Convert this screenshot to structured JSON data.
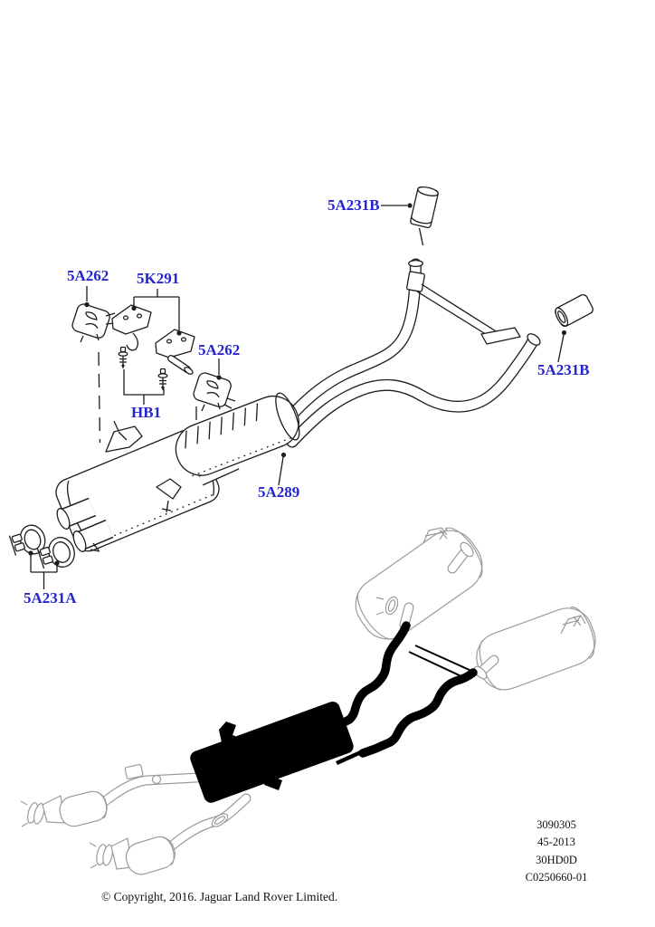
{
  "colors": {
    "label_blue": "#2525cd",
    "line_ink": "#1c1c1c",
    "sketch_gray": "#9b9b9b"
  },
  "part_labels": {
    "insulator_top": "5A231B",
    "isolator_left": "5A262",
    "bracket_kit": "5K291",
    "isolator_right": "5A262",
    "hardware_group": "HB1",
    "centre_muffler": "5A289",
    "clamp_pair": "5A231A",
    "insulator_rear": "5A231B"
  },
  "reference_lines": [
    "3090305",
    "45-2013",
    "30HD0D",
    "C0250660-01"
  ],
  "footer": {
    "copyright": "© Copyright, 2016. Jaguar Land Rover Limited."
  }
}
